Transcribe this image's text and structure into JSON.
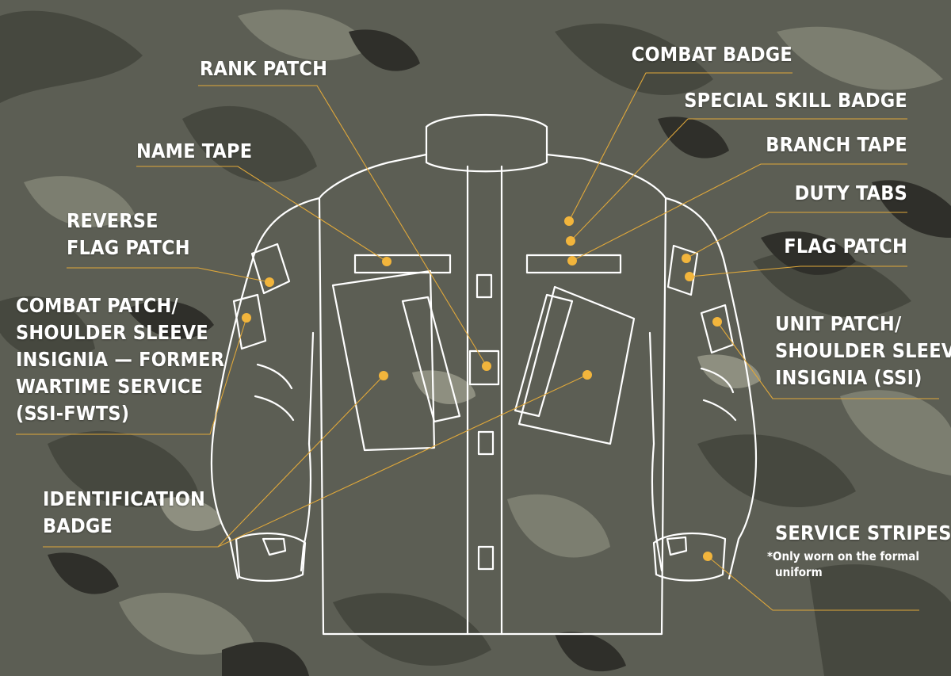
{
  "labels": {
    "rank_patch": "RANK PATCH",
    "name_tape": "NAME TAPE",
    "reverse_flag_patch": [
      "REVERSE",
      "FLAG PATCH"
    ],
    "combat_patch": [
      "COMBAT PATCH/",
      "SHOULDER SLEEVE",
      "INSIGNIA — FORMER",
      "WARTIME SERVICE",
      "(SSI-FWTS)"
    ],
    "identification_badge": [
      "IDENTIFICATION",
      "BADGE"
    ],
    "combat_badge": "COMBAT BADGE",
    "special_skill_badge": "SPECIAL SKILL BADGE",
    "branch_tape": "BRANCH TAPE",
    "duty_tabs": "DUTY TABS",
    "flag_patch": "FLAG PATCH",
    "unit_patch": [
      "UNIT PATCH/",
      "SHOULDER SLEEVE",
      "INSIGNIA (SSI)"
    ],
    "service_stripes": "SERVICE STRIPES",
    "service_stripes_note": [
      "*Only worn on the formal",
      "uniform"
    ]
  },
  "colors": {
    "marker": "#f2b53c",
    "leader_line": "#e0a83a",
    "outline": "#ffffff",
    "camo_base": "#5c5e54"
  }
}
